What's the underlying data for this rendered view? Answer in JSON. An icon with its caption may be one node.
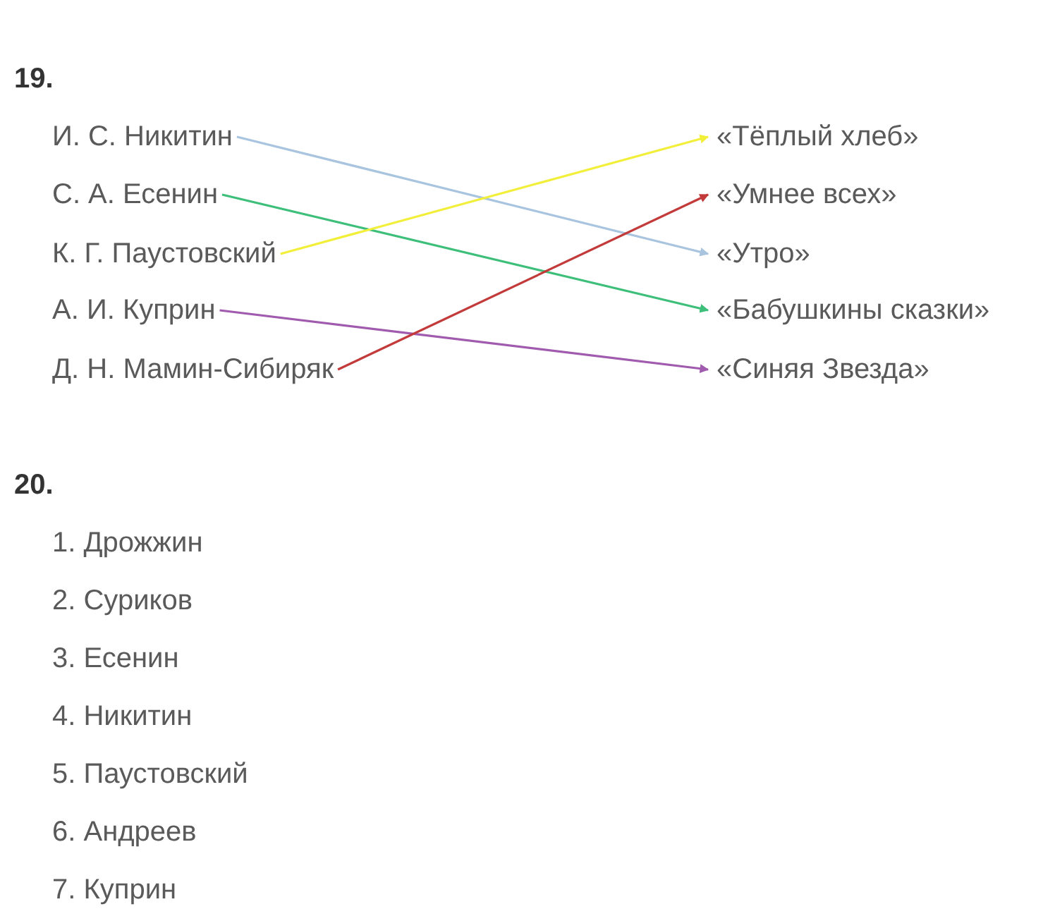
{
  "diagram": {
    "nodes": [
      {
        "text": [
          "И. С. Никитин"
        ]
      },
      {
        "text": [
          "С. А. Есенин"
        ]
      },
      {
        "text": [
          "К. Г. Паустовский"
        ]
      },
      {
        "text": [
          "А. И. Куприн"
        ]
      },
      {
        "text": [
          "Д. Н. Мамин-Сибиряк"
        ]
      },
      {
        "text": [
          "«Тёплый хлеб»"
        ]
      },
      {
        "text": [
          "«Умнее всех»"
        ]
      },
      {
        "text": [
          "«Утро»"
        ]
      },
      {
        "text": [
          "«Бабушкины сказки»"
        ]
      },
      {
        "text": [
          "«Синяя Звезда»"
        ]
      }
    ],
    "edges": [
      {
        "from": 0,
        "to": 7,
        "arrow": "to",
        "color": "#a8c4de"
      },
      {
        "from": 1,
        "to": 8,
        "arrow": "to",
        "color": "#3dbf7a"
      },
      {
        "from": 2,
        "to": 5,
        "arrow": "to",
        "color": "#f2ef3a"
      },
      {
        "from": 3,
        "to": 9,
        "arrow": "to",
        "color": "#a05aae"
      },
      {
        "from": 4,
        "to": 6,
        "arrow": "to",
        "color": "#c23a3a"
      }
    ],
    "labels": [
      "19.",
      "20.",
      "1. Дрожжин",
      "2. Суриков",
      "3. Есенин",
      "4. Никитин",
      "5. Паустовский",
      "6. Андреев",
      "7. Куприн"
    ]
  }
}
